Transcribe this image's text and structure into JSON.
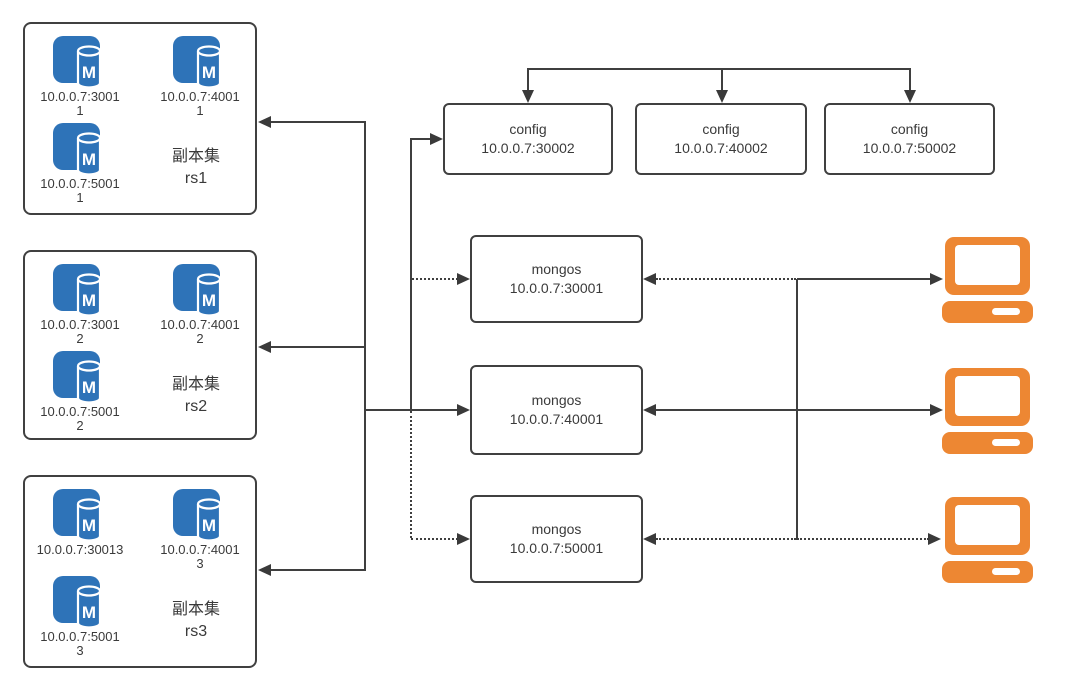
{
  "colors": {
    "mongo_blue": "#2e73b8",
    "client_orange": "#ed8733",
    "line": "#3f3f3f"
  },
  "replica_sets": [
    {
      "cn_label": "副本集",
      "name": "rs1",
      "nodes": [
        {
          "line1": "10.0.0.7:3001",
          "line2": "1"
        },
        {
          "line1": "10.0.0.7:4001",
          "line2": "1"
        },
        {
          "line1": "10.0.0.7:5001",
          "line2": "1"
        }
      ]
    },
    {
      "cn_label": "副本集",
      "name": "rs2",
      "nodes": [
        {
          "line1": "10.0.0.7:3001",
          "line2": "2"
        },
        {
          "line1": "10.0.0.7:4001",
          "line2": "2"
        },
        {
          "line1": "10.0.0.7:5001",
          "line2": "2"
        }
      ]
    },
    {
      "cn_label": "副本集",
      "name": "rs3",
      "nodes": [
        {
          "line1": "10.0.0.7:30013",
          "line2": ""
        },
        {
          "line1": "10.0.0.7:4001",
          "line2": "3"
        },
        {
          "line1": "10.0.0.7:5001",
          "line2": "3"
        }
      ]
    }
  ],
  "config_servers": [
    {
      "title": "config",
      "address": "10.0.0.7:30002"
    },
    {
      "title": "config",
      "address": "10.0.0.7:40002"
    },
    {
      "title": "config",
      "address": "10.0.0.7:50002"
    }
  ],
  "mongos_routers": [
    {
      "title": "mongos",
      "address": "10.0.0.7:30001"
    },
    {
      "title": "mongos",
      "address": "10.0.0.7:40001"
    },
    {
      "title": "mongos",
      "address": "10.0.0.7:50001"
    }
  ],
  "clients": [
    {
      "icon": "laptop-icon"
    },
    {
      "icon": "laptop-icon"
    },
    {
      "icon": "laptop-icon"
    }
  ]
}
